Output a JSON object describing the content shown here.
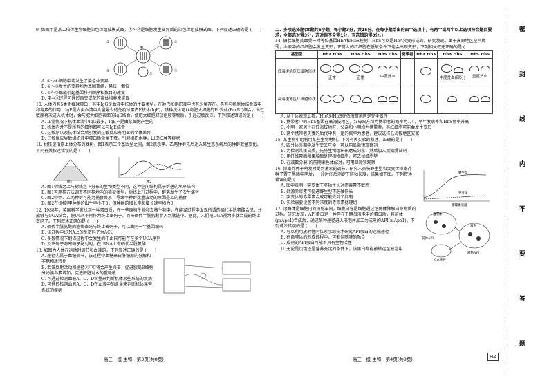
{
  "left": {
    "q9": {
      "stem": "9. 如图甲是某二倍体生物细胞染色体组成模式图，①～②是细胞发生变异后的染色体组成模式图。下列叙述正确的是",
      "paren": "(　　)",
      "opts": [
        "A. ①～⑥细胞中均发生了染色体变异",
        "B. ①～③发生的变异均为基因重组，易位，倒位",
        "C. ①～③都能引起基因排列顺序和数目的改变",
        "D. 甲→⑤过程可通过自交或花药离体培养来实现"
      ],
      "labels": [
        "①",
        "②",
        "③",
        "④",
        "⑤",
        "甲"
      ]
    },
    "q10": {
      "stem": "10. 人体内有5类免疫球蛋白，其中IgG是血液中抗体的主要类型，在淋巴和组织液中也有少量存在。具有与病原体结合或中和毒素的作用，IgE是人类血清中含量最少的免疫球蛋白E抗体(IgE)，该种抗体可以与肥大细胞的Fc受体(FcεRI)结合，当过敏原再次进入机体时，会与肥大细胞表面的IgE结合，使肥大细胞释放组胺等物质，引起过敏反应，下列叙述错误的是",
      "paren": "(　　)",
      "opts": [
        "A. 正常情况下机体血清中IgG最多，IgE不是由浆细胞产生的",
        "B. 机体内并不是所有的细胞都可以与IgE结合",
        "C. 过敏原以及抗体结合后引发的过敏反应有明显的个体差异",
        "D. 过敏反应导致组织液中蛋白质含量下降，引起组织水肿，出现红肿等症状"
      ]
    },
    "q11": {
      "stem": "11. 树枝是指原上体分布的棘树，图1表示三个基因型之间，图2表示甲、乙两种群先后迁入某生态系统后的种群数量变化。下列有关叙述错误的是",
      "paren": "(　　)",
      "fig1": "图1",
      "fig2": "图2",
      "opts": [
        "A. 图1树线之上与树线之下分布的生物类型不同，这种空间结构属于群落的水平结构",
        "B. 图1可用样方法调查不同样地内的植被类型，树线上升过程中，群落发生了次生演替",
        "C. 图2中甲、乙两种群可能为捕食关系，导致甲种群数量波动的原因是乙的捕食",
        "D. 图2在t时刻甲种群的出生率小于0，但种群的增长率和增长速率均为0"
      ]
    },
    "q12": {
      "stem": "12. 1988年，英国科学家找到一种蛋白质，在一些原核生物和真核生物中，在翻译过程中发现所谓的硒代半胱氨酸合成，并能够与UGA结合，使UGA不再作为终止密码子，而将硒代半胱氨酸参入到肽链中。据此，人们把UGA视为多肽合成的终止密码子。下列叙述正确的是",
      "paren": "(　　)",
      "opts": [
        "A. 硒代半胱氨酸的遗传密码与终止密码子，可以由同一个基因编码",
        "B. 该过程中tRNA上的反密码子为ACU",
        "C. 多数情况下翻译过程中会发生的中止只可能存在多个UGA序列",
        "D. 反密码子与密码子配对时，在tRNA上有硒代半胱氨酸"
      ]
    },
    "q13": {
      "stem": "13. 如图为人体在运动时调节和血液的，下列叙述正确的是",
      "paren": "(　　)",
      "opts": [
        "A. 途径①属于血糖调节，该过程中血糖来自肝糖原的分解和非糖物质转化",
        "B. 若该反射活动和途径②中C将会产生兴奋，促进胰岛B细胞分泌胰岛素增加，促进肝脏对水的重吸收",
        "C. 可通过检测血液A、C、D含量来判断机体某些系统的疾病",
        "D. 可通过检测血液A、C、D在血液中的含量来判断机体某些系统的疾病"
      ]
    },
    "footer": "高三一模·生物　第3页(共8页)"
  },
  "right": {
    "section": "二、多项选择题(本题共5小题，每小题3分，共15分。在每小题给出的四个选项中，有两个或两个以上选项符合题目要求，全部选对得3分，选对但不全得1分，有选错的得0分。)",
    "q14": {
      "stem": "14. 镰状细胞贫血受一对等位基因HbA和HbS控制，HbS可以是HbA突变形成的。研究发现，由于高原地区空气稀薄，血液中的红细胞会发生变形，正常人的红细胞在低氧条件下也会出现变形，下列相关叙述正确的是",
      "paren": "(　　)",
      "headers": [
        "基因型",
        "HbA HbA",
        "HbA HbS",
        "HbS HbS",
        "携带者",
        "HbA HbA",
        "HbA HbS",
        "HbS HbS"
      ],
      "row1": "低海拔地区红细胞形状",
      "row2": "高海拔地区红细胞形状",
      "labels": [
        "正常",
        "正常",
        "中度贫血",
        "中度贫血(部分)",
        "重度贫血"
      ],
      "opts": [
        "A. 从个体表现上看，HbA对HbS在低海拔地区是完全显性",
        "B. 携带者中的HbS基因在高海拔地区，父母双方均为携带者的概率为1/4，早年发病率和HbS频率升高",
        "C. 小明一家居住在低海拔地区，父亲和小明均为携带者，其红细胞可能会发生变形",
        "D. 两个携带者夫妻的后代中有一定的概率为患者，建议选择低海拔地区安家"
      ]
    },
    "q15": {
      "stem": "15. 某生物小组利用某些生物材料，下列有关实验的叙述，正确的是",
      "paren": "(　　)",
      "opts": [
        "A. 四分体时期中发生交叉互换，可以用显微镜观察到",
        "B. 为检测某蛋白质，先将生物组织研磨成匀浆，然后加入双缩脲试剂",
        "C. 用纤维素酶和果胶酶处理植物细胞，可去掉细胞壁",
        "D. 在减数分裂I的前期染色体配对，可用显微镜观察"
      ]
    },
    "q16": {
      "stem": "16. 拟南芥种子萌发时受到激素的调节，研究人员将野生型和突变体拟南芥种子置于黑暗中萌发，一段时间后测定下胚轴长度，结果如下图。下列叙述错误的是",
      "paren": "(　　)",
      "opts": [
        "A. 图中表明，突变体下胚轴生长对赤霉素不敏感",
        "B. 外源赤霉素可促进野生型下胚轴伸长",
        "C. 突变体的赤霉素合成可能受到了抑制",
        "D. 实验需要设置不同浓度的赤霉素处理组"
      ],
      "graph": [
        "野生型",
        "突变体",
        "赤霉素浓度"
      ]
    },
    "q17": {
      "stem": "17. 溶酶体是细胞内的消化车间，细胞自噬是细胞通过溶酶体降解自身物质的过程。研究发现，API蛋白是一种存在于酵母液泡中的蛋白质，其前体(prApe1)合成后，通过某种途径进入液泡并加工为成熟的API(mApe1)，下列说法错误的是",
      "paren": "(　　)",
      "figlabels": [
        "自噬体",
        "液泡",
        "前体API",
        "成熟API",
        "Cvt途径"
      ],
      "opts": [
        "A. 可以利用放射性同位素示踪技术研究API蛋白的运输途径",
        "B. 在自噬体的形成过程中，可能伴随膜的融合",
        "C. 成熟的API蛋白可能不具有生物活性",
        "D. 无论是饥饿还是营养充足的条件下，该蛋白都能被转运至液泡中"
      ]
    },
    "footer": "高三一模·生物　第4页(共8页)"
  },
  "binding": [
    "密",
    "封",
    "线",
    "内",
    "不",
    "要",
    "答",
    "题"
  ],
  "badge": "HZ"
}
